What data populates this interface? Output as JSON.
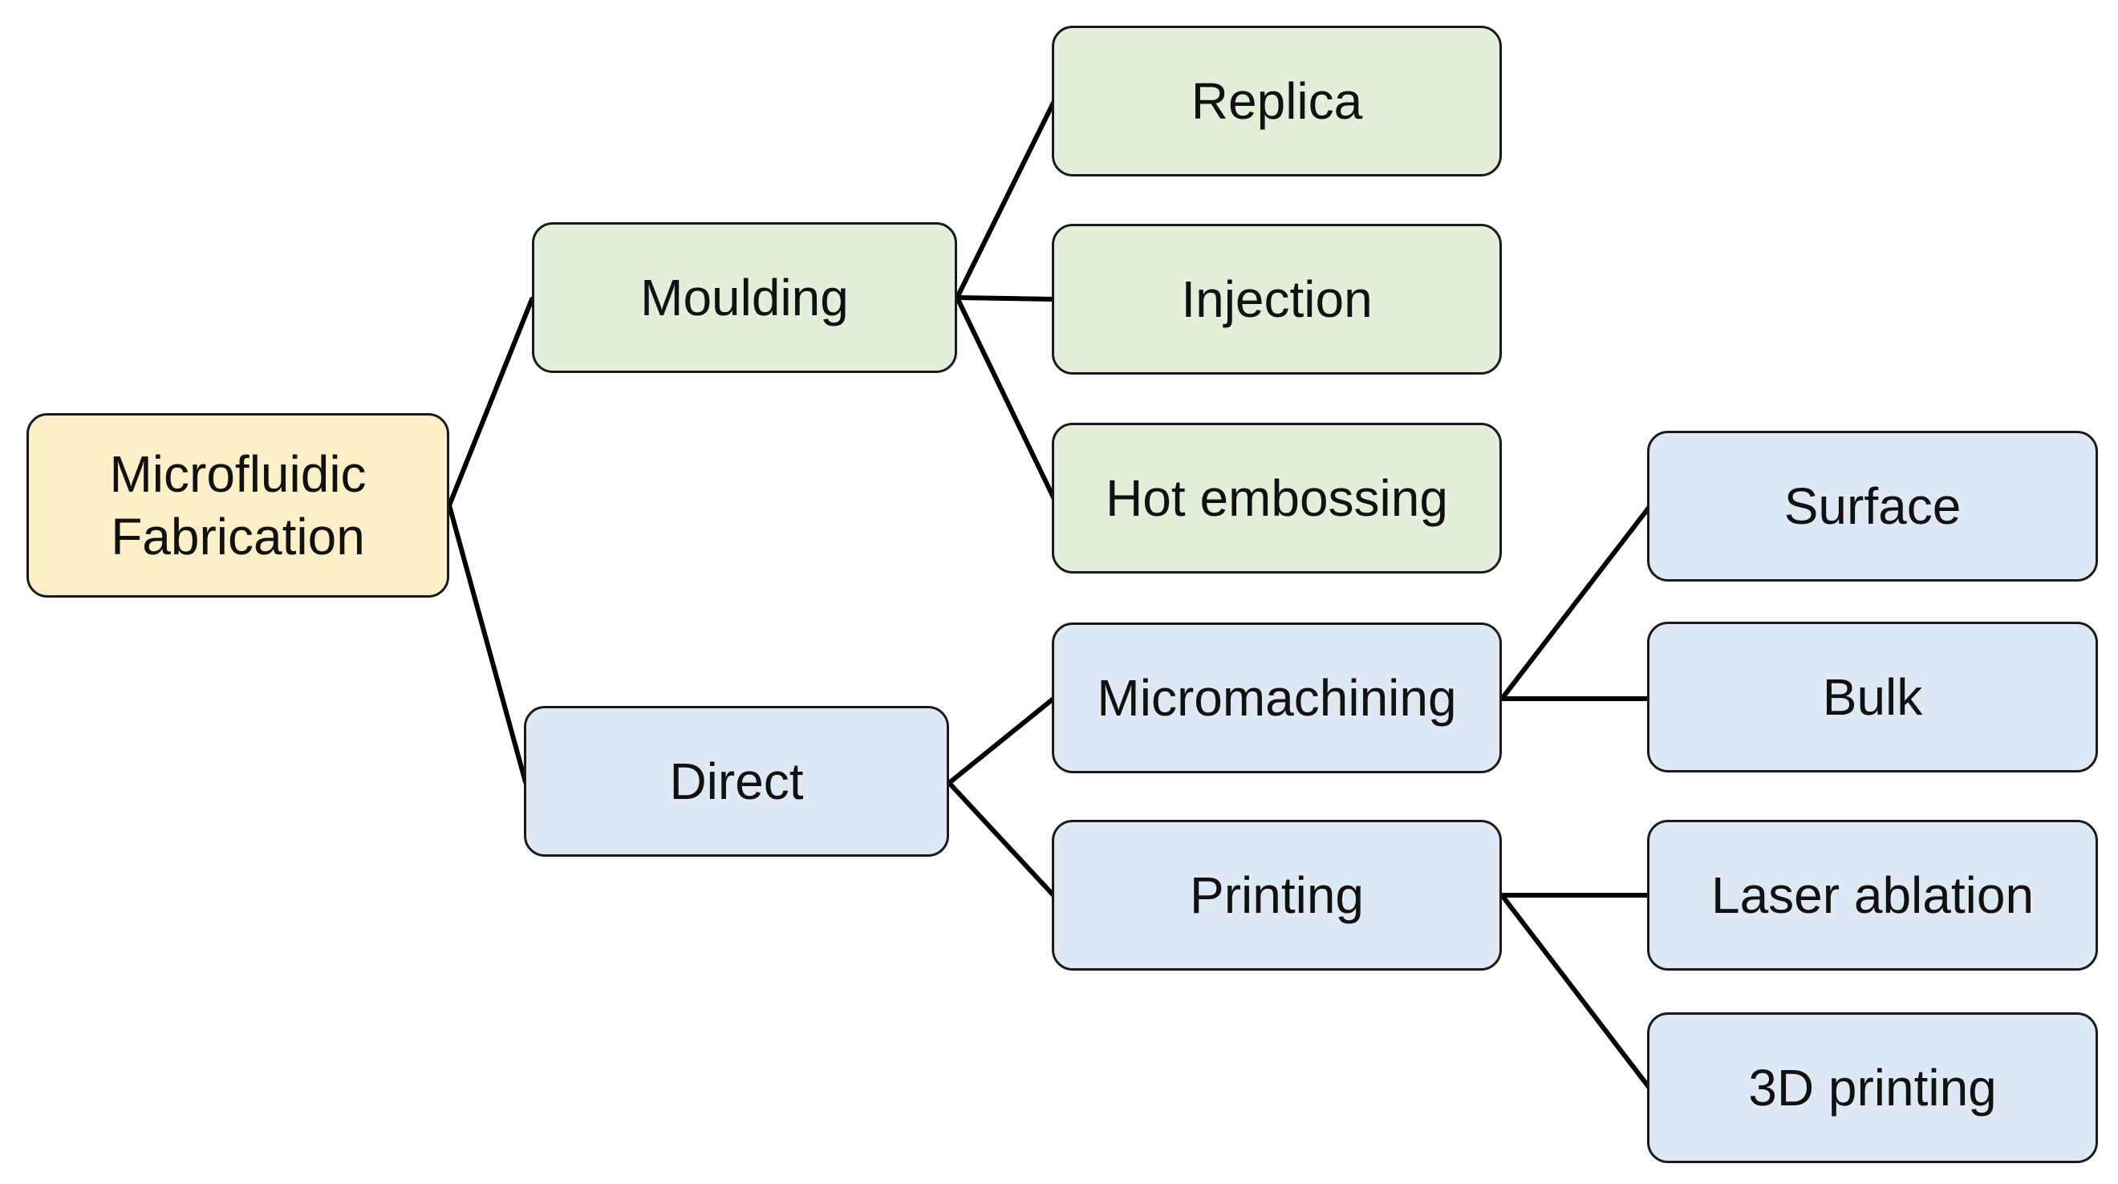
{
  "diagram": {
    "root": "Microfluidic\nFabrication",
    "moulding": {
      "label": "Moulding",
      "children": [
        "Replica",
        "Injection",
        "Hot embossing"
      ]
    },
    "direct": {
      "label": "Direct",
      "micromachining": {
        "label": "Micromachining",
        "children": [
          "Surface",
          "Bulk"
        ]
      },
      "printing": {
        "label": "Printing",
        "children": [
          "Laser ablation",
          "3D printing"
        ]
      }
    }
  },
  "colors": {
    "root_fill": "#fdf0c9",
    "moulding_branch_fill": "#e3efda",
    "direct_branch_fill": "#dfe8f5",
    "outline": "#1a1a1a",
    "connector": "#000000"
  }
}
